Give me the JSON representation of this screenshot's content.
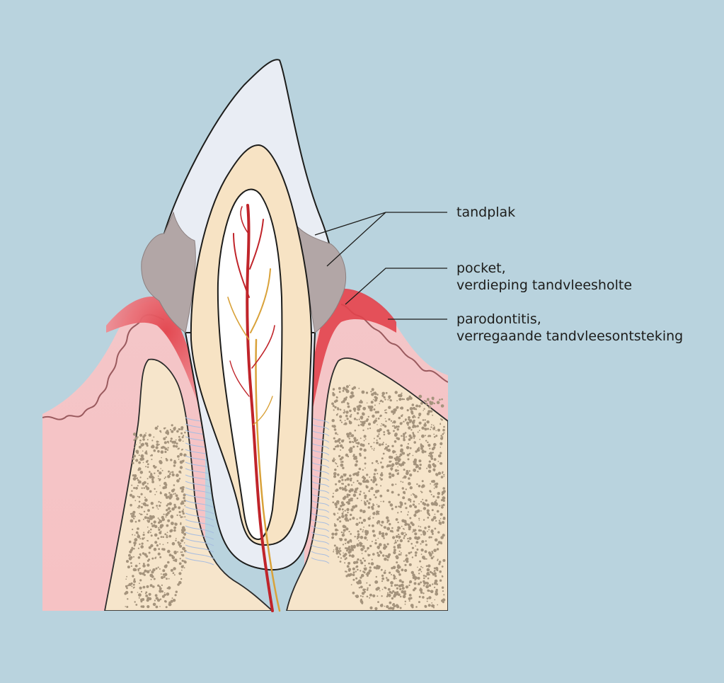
{
  "colors": {
    "background": "#b9d3de",
    "gum": "#f2bcc0",
    "gum_inflamed": "#e85058",
    "bone": "#f6e5cb",
    "bone_speckle": "#a4937c",
    "enamel": "#e9edf4",
    "dentin": "#f7e3c4",
    "pulp": "#ffffff",
    "plaque": "#b2a6a6",
    "nerve": "#c0242a",
    "nerve_secondary": "#d9a23a",
    "ligament": "#a8bde0"
  },
  "labels": [
    {
      "id": "tandplak",
      "lines": [
        "tandplak"
      ]
    },
    {
      "id": "pocket",
      "lines": [
        "pocket,",
        "verdieping tandvleesholte"
      ]
    },
    {
      "id": "parodontitis",
      "lines": [
        "parodontitis,",
        "verregaande tandvleesontsteking"
      ]
    }
  ]
}
